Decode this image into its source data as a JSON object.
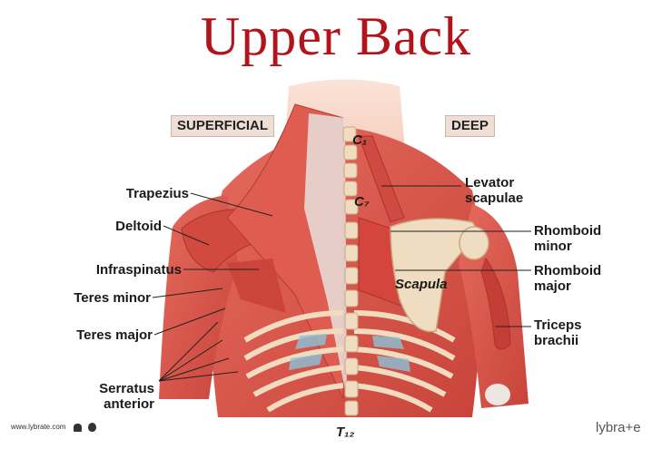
{
  "title": "Upper Back",
  "tags": {
    "superficial": "SUPERFICIAL",
    "deep": "DEEP"
  },
  "vertebrae": {
    "c1": "C₁",
    "c7": "C₇",
    "t12": "T₁₂"
  },
  "labels_left": {
    "trapezius": "Trapezius",
    "deltoid": "Deltoid",
    "infraspinatus": "Infraspinatus",
    "teres_minor": "Teres minor",
    "teres_major": "Teres major",
    "serratus_1": "Serratus",
    "serratus_2": "anterior"
  },
  "labels_right": {
    "levator_1": "Levator",
    "levator_2": "scapulae",
    "rhomboid_minor_1": "Rhomboid",
    "rhomboid_minor_2": "minor",
    "rhomboid_major_1": "Rhomboid",
    "rhomboid_major_2": "major",
    "triceps_1": "Triceps",
    "triceps_2": "brachii"
  },
  "scapula": "Scapula",
  "footer": {
    "site": "www.lybrate.com",
    "brand": "lybra+e"
  },
  "colors": {
    "title": "#b3141c",
    "muscle": "#d9564c",
    "bone": "#f0dcc0",
    "cartilage": "#8cc3d8"
  },
  "icons": [
    "android-icon",
    "apple-icon"
  ]
}
